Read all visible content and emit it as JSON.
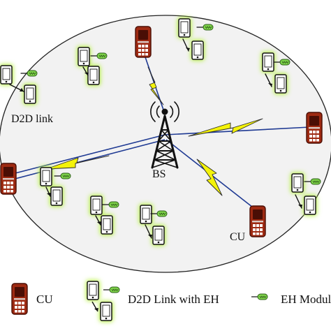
{
  "labels": {
    "d2d_link": "D2D link",
    "bs": "BS",
    "cu": "CU"
  },
  "legend": {
    "cu": "CU",
    "d2d_eh": "D2D Link with EH",
    "eh_module": "EH Module"
  },
  "colors": {
    "cu_phone": "#9e2a12",
    "cu_phone_dark": "#4a0e05",
    "cellular_link": "#1f3a93",
    "lightning": "#f4f30a",
    "eh_glow": "#b8f046",
    "eh_module": "#7ed24a",
    "cell_area_fill": "#f2f2f2"
  },
  "icons": {
    "base_station": "radio-tower-icon",
    "cellular_user": "feature-phone-icon",
    "d2d_user": "smartphone-icon",
    "energy_harvester": "eh-module-icon",
    "wireless_link": "lightning-bolt-icon"
  }
}
